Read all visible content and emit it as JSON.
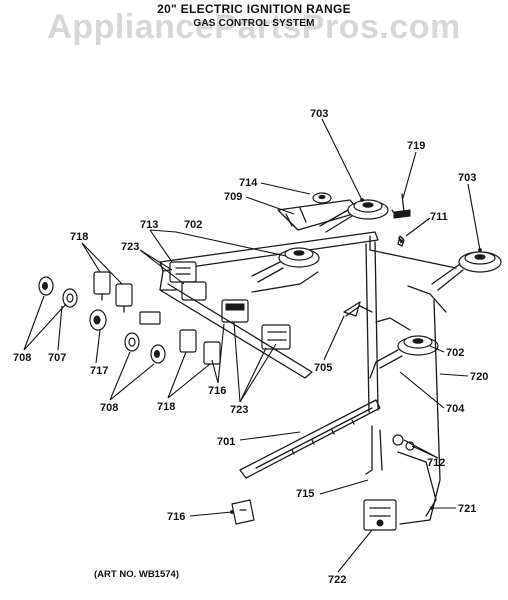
{
  "header": {
    "title": "20\" ELECTRIC IGNITION RANGE",
    "subtitle": "GAS CONTROL SYSTEM",
    "watermark": "AppliancePartsPros.com"
  },
  "footer": {
    "art_number": "(ART NO. WB1574)"
  },
  "callouts": [
    {
      "id": "c703a",
      "label": "703"
    },
    {
      "id": "c719",
      "label": "719"
    },
    {
      "id": "c703b",
      "label": "703"
    },
    {
      "id": "c714",
      "label": "714"
    },
    {
      "id": "c709",
      "label": "709"
    },
    {
      "id": "c711",
      "label": "711"
    },
    {
      "id": "c718a",
      "label": "718"
    },
    {
      "id": "c713",
      "label": "713"
    },
    {
      "id": "c702a",
      "label": "702"
    },
    {
      "id": "c723a",
      "label": "723"
    },
    {
      "id": "c708a",
      "label": "708"
    },
    {
      "id": "c707",
      "label": "707"
    },
    {
      "id": "c717",
      "label": "717"
    },
    {
      "id": "c705",
      "label": "705"
    },
    {
      "id": "c702b",
      "label": "702"
    },
    {
      "id": "c720",
      "label": "720"
    },
    {
      "id": "c716a",
      "label": "716"
    },
    {
      "id": "c708b",
      "label": "708"
    },
    {
      "id": "c718b",
      "label": "718"
    },
    {
      "id": "c723b",
      "label": "723"
    },
    {
      "id": "c704",
      "label": "704"
    },
    {
      "id": "c701",
      "label": "701"
    },
    {
      "id": "c712",
      "label": "712"
    },
    {
      "id": "c715",
      "label": "715"
    },
    {
      "id": "c721",
      "label": "721"
    },
    {
      "id": "c716b",
      "label": "716"
    },
    {
      "id": "c722",
      "label": "722"
    }
  ]
}
